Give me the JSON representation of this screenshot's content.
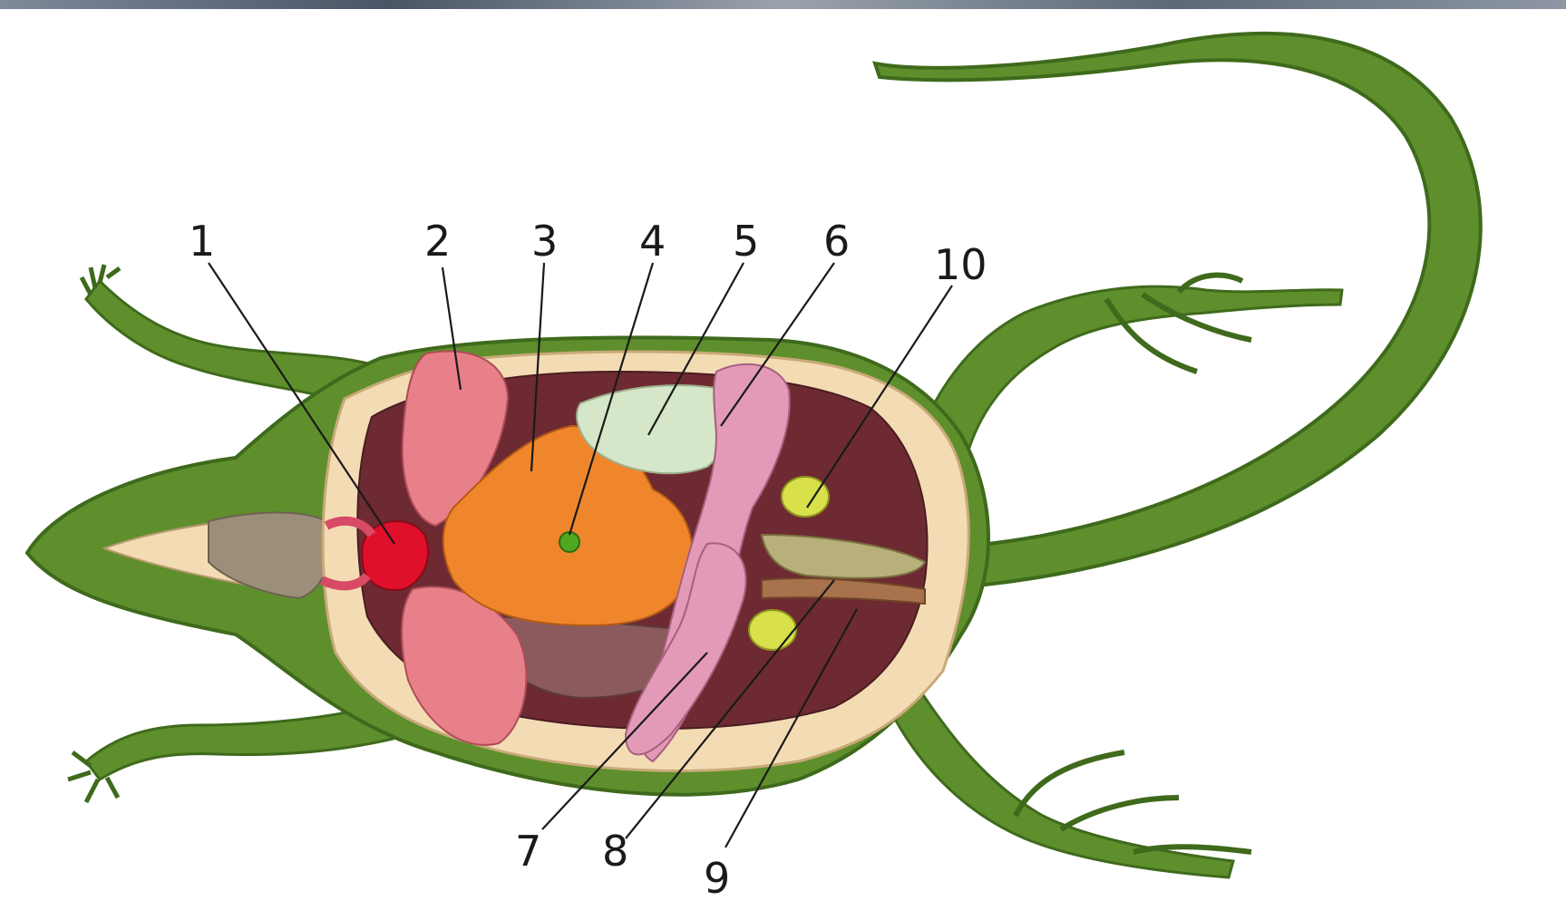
{
  "diagram": {
    "callouts": [
      {
        "number": "1"
      },
      {
        "number": "2"
      },
      {
        "number": "3"
      },
      {
        "number": "4"
      },
      {
        "number": "5"
      },
      {
        "number": "6"
      },
      {
        "number": "7"
      },
      {
        "number": "8"
      },
      {
        "number": "9"
      },
      {
        "number": "10"
      }
    ]
  },
  "colors": {
    "skin": "#5e8f2c",
    "skin_dark": "#3f6a1c",
    "flesh": "#f3dcb4",
    "cavity": "#6e2a32",
    "lung": "#e8808a",
    "heart": "#e0102a",
    "liver": "#f0862c",
    "stomach": "#e39ab8",
    "pancreas": "#d6e6c8",
    "kidney": "#d8e04a",
    "gallbladder": "#4fa820"
  }
}
